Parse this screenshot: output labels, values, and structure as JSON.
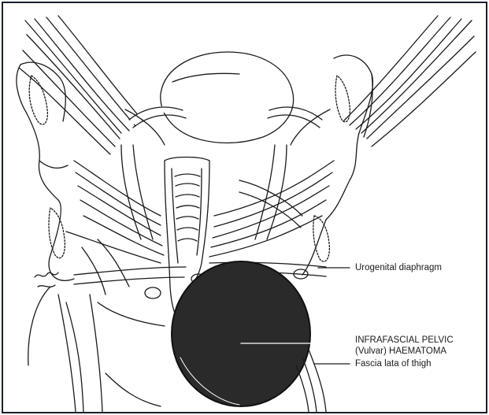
{
  "labels": {
    "urogenital_diaphragm": "Urogenital diaphragm",
    "haematoma_line1": "INFRAFASCIAL PELVIC",
    "haematoma_line2": "(Vulvar) HAEMATOMA",
    "fascia_lata": "Fascia lata of thigh"
  },
  "colors": {
    "frame": "#1a1f2e",
    "ink": "#1a1a1a",
    "haematoma": "#2a2a2a"
  }
}
